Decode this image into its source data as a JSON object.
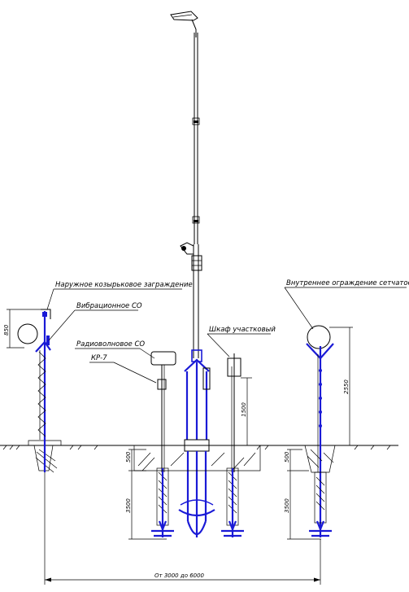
{
  "labels": {
    "outer_fence": "Наружное козырьковое заграждение",
    "vibration": "Вибрационное СО",
    "radio": "Радиоволновое СО",
    "kr7": "КР-7",
    "cabinet": "Шкаф участковый",
    "inner_fence": "Внутреннее ограждение сетчатое"
  },
  "dimensions": {
    "fence_height": "850",
    "foundation_depth_left": "500",
    "pile_depth_left": "3500",
    "cabinet_height": "1500",
    "inner_height": "2550",
    "foundation_depth_right": "500",
    "pile_depth_right": "3500",
    "spacing": "От 3000 до 6000"
  },
  "colors": {
    "accent": "#1a1ad6",
    "line": "#000000"
  }
}
